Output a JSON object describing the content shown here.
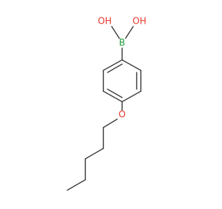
{
  "molecule": {
    "atoms": {
      "hydroxyl_left": {
        "symbol": "OH",
        "element": "O"
      },
      "hydroxyl_right": {
        "symbol": "OH",
        "element": "O"
      },
      "boron": {
        "symbol": "B",
        "element": "B"
      },
      "ether_oxygen": {
        "symbol": "O",
        "element": "O"
      }
    },
    "colors": {
      "bond": "#3a3a3a",
      "oxygen": "#e8382e",
      "boron": "#1e9e3a"
    }
  }
}
